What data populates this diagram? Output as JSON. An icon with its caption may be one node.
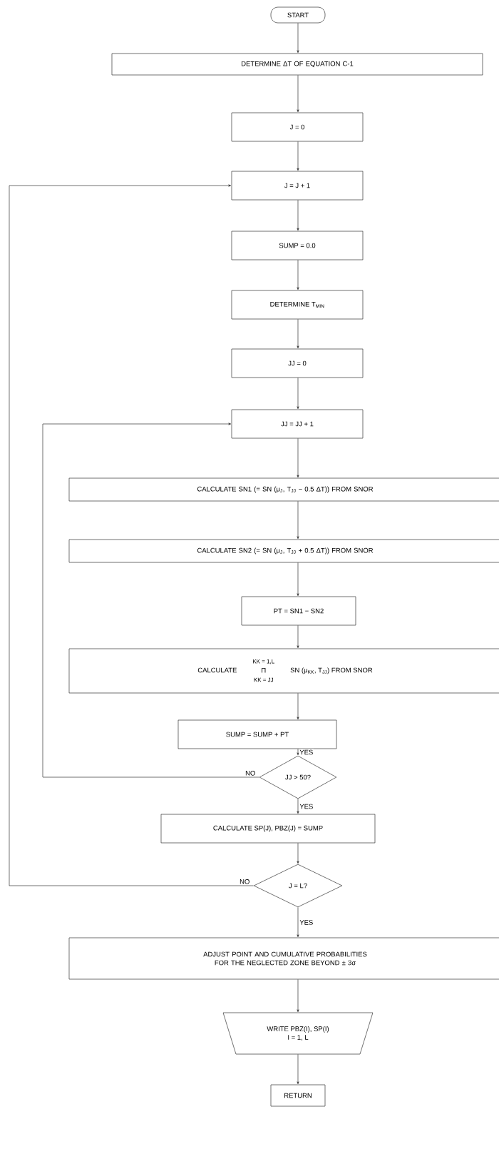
{
  "diagram": {
    "nodes": [
      {
        "text": [
          "START"
        ]
      },
      {
        "text": [
          "DETERMINE ΔT OF EQUATION C-1"
        ]
      },
      {
        "text": [
          "J = 0"
        ]
      },
      {
        "text": [
          "J = J + 1"
        ]
      },
      {
        "text": [
          "SUMP = 0.0"
        ]
      },
      {
        "text": [
          "DETERMINE T$_{MIN}$"
        ]
      },
      {
        "text": [
          "JJ = 0"
        ]
      },
      {
        "text": [
          "JJ = JJ + 1"
        ]
      },
      {
        "text": [
          "CALCULATE SN1 (= SN (μ$_{J}$, T$_{JJ}$ − 0.5 ΔT)) FROM SNOR"
        ]
      },
      {
        "text": [
          "CALCULATE SN2 (= SN (μ$_{J}$, T$_{JJ}$ + 0.5 ΔT)) FROM SNOR"
        ]
      },
      {
        "text": [
          "PT = SN1 − SN2"
        ]
      },
      {
        "text": [
          "CALCULATE",
          "KK = 1,L",
          "Π",
          "KK = JJ",
          "SN (μ$_{KK}$, T$_{JJ}$) FROM SNOR"
        ]
      },
      {
        "text": [
          "SUMP = SUMP + PT"
        ]
      },
      {
        "text": [
          "JJ > 50?"
        ]
      },
      {
        "text": [
          "CALCULATE SP(J), PBZ(J) = SUMP"
        ]
      },
      {
        "text": [
          "J = L?"
        ]
      },
      {
        "text": [
          "ADJUST POINT AND CUMULATIVE PROBABILITIES FOR THE NEGLECTED ZONE BEYOND ± 3σ"
        ]
      },
      {
        "text": [
          "WRITE PBZ(I), SP(I)",
          "I = 1, L"
        ]
      },
      {
        "text": [
          "RETURN"
        ]
      }
    ],
    "edges": [
      {
        "from": 0,
        "to": 1,
        "arrow": "to"
      },
      {
        "from": 1,
        "to": 2,
        "arrow": "to"
      },
      {
        "from": 2,
        "to": 3,
        "arrow": "to"
      },
      {
        "from": 3,
        "to": 4,
        "arrow": "to"
      },
      {
        "from": 4,
        "to": 5,
        "arrow": "to"
      },
      {
        "from": 5,
        "to": 6,
        "arrow": "to"
      },
      {
        "from": 6,
        "to": 7,
        "arrow": "to"
      },
      {
        "from": 7,
        "to": 8,
        "arrow": "to"
      },
      {
        "from": 8,
        "to": 9,
        "arrow": "to"
      },
      {
        "from": 9,
        "to": 10,
        "arrow": "to"
      },
      {
        "from": 10,
        "to": 11,
        "arrow": "to"
      },
      {
        "from": 11,
        "to": 12,
        "arrow": "to"
      },
      {
        "from": 12,
        "to": 13,
        "arrow": "to",
        "label": "YES"
      },
      {
        "from": 13,
        "to": 7,
        "arrow": "to",
        "label": "NO"
      },
      {
        "from": 13,
        "to": 14,
        "arrow": "to",
        "label": "YES"
      },
      {
        "from": 14,
        "to": 15,
        "arrow": "to"
      },
      {
        "from": 15,
        "to": 3,
        "arrow": "to",
        "label": "NO"
      },
      {
        "from": 15,
        "to": 16,
        "arrow": "to",
        "label": "YES"
      },
      {
        "from": 16,
        "to": 17,
        "arrow": "to"
      },
      {
        "from": 17,
        "to": 18,
        "arrow": "to"
      }
    ]
  }
}
